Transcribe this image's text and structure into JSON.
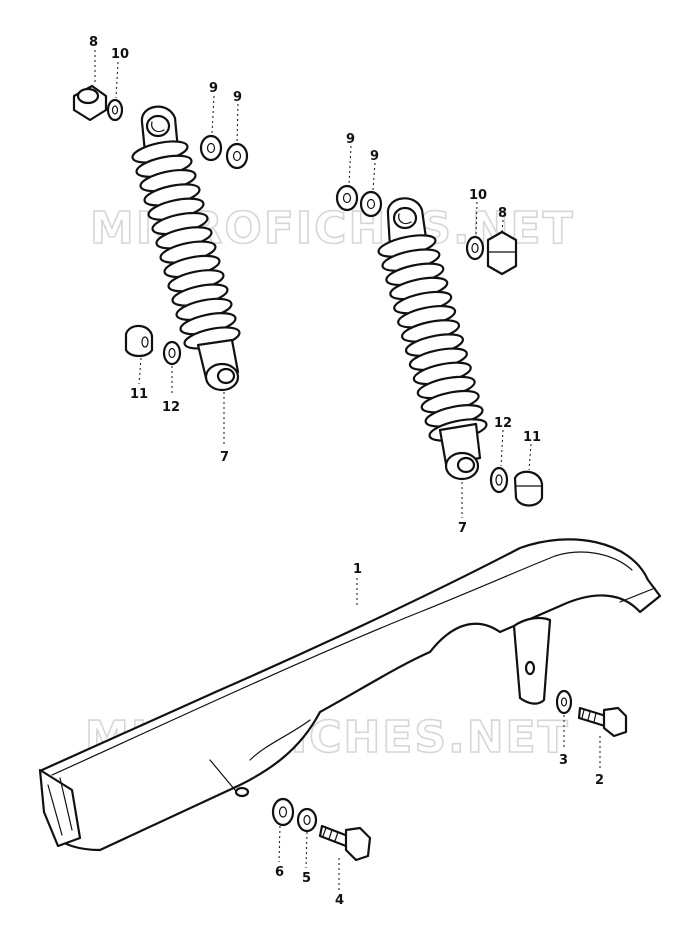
{
  "watermarks": [
    "MICROFICHES.NET",
    "MICROFICHES.NET"
  ],
  "callouts": {
    "c8a": "8",
    "c10a": "10",
    "c9a": "9",
    "c9b": "9",
    "c11a": "11",
    "c12a": "12",
    "c7a": "7",
    "c9c": "9",
    "c9d": "9",
    "c10b": "10",
    "c8b": "8",
    "c12b": "12",
    "c11b": "11",
    "c7b": "7",
    "c1": "1",
    "c3": "3",
    "c2": "2",
    "c6": "6",
    "c5": "5",
    "c4": "4"
  },
  "parts": {
    "shock_absorber": "7",
    "chain_case": "1",
    "bolt": "2",
    "washer": "3",
    "bolt_lower": "4",
    "lock_washer": "5",
    "washer_lower": "6",
    "cap_nut": "8",
    "spring_washer": "9",
    "washer_top": "10",
    "cap_nut_lower": "11",
    "washer_bottom": "12"
  }
}
